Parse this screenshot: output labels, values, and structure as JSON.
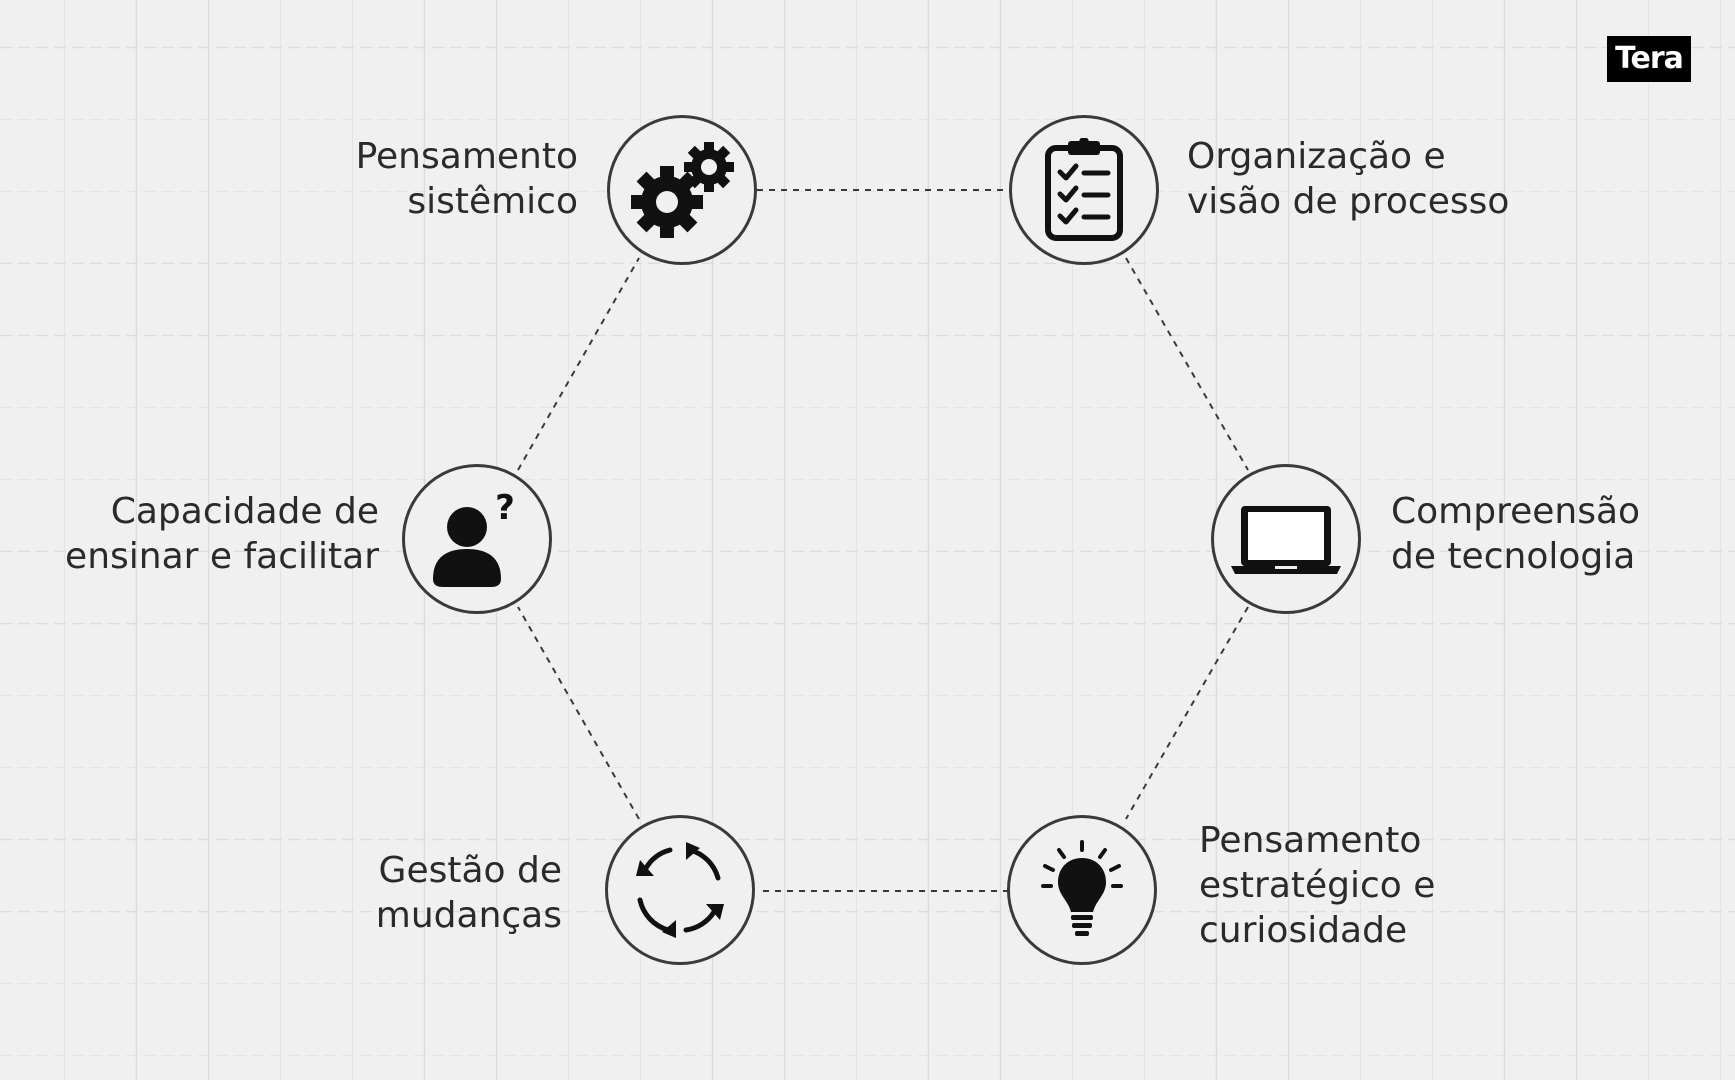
{
  "logo": {
    "text": "Tera"
  },
  "nodes": [
    {
      "id": "systemic",
      "icon": "gears-icon",
      "lines": [
        "Pensamento",
        "sistêmico"
      ]
    },
    {
      "id": "organization",
      "icon": "clipboard-checklist-icon",
      "lines": [
        "Organização e",
        "visão de processo"
      ]
    },
    {
      "id": "technology",
      "icon": "laptop-icon",
      "lines": [
        "Compreensão",
        "de tecnologia"
      ]
    },
    {
      "id": "strategic",
      "icon": "lightbulb-icon",
      "lines": [
        "Pensamento",
        "estratégico e",
        "curiosidade"
      ]
    },
    {
      "id": "change",
      "icon": "cycle-arrows-icon",
      "lines": [
        "Gestão de",
        "mudanças"
      ]
    },
    {
      "id": "teaching",
      "icon": "person-question-icon",
      "lines": [
        "Capacidade de",
        "ensinar e facilitar"
      ]
    }
  ],
  "connections": [
    [
      "systemic",
      "organization"
    ],
    [
      "organization",
      "technology"
    ],
    [
      "technology",
      "strategic"
    ],
    [
      "strategic",
      "change"
    ],
    [
      "change",
      "teaching"
    ],
    [
      "teaching",
      "systemic"
    ]
  ]
}
